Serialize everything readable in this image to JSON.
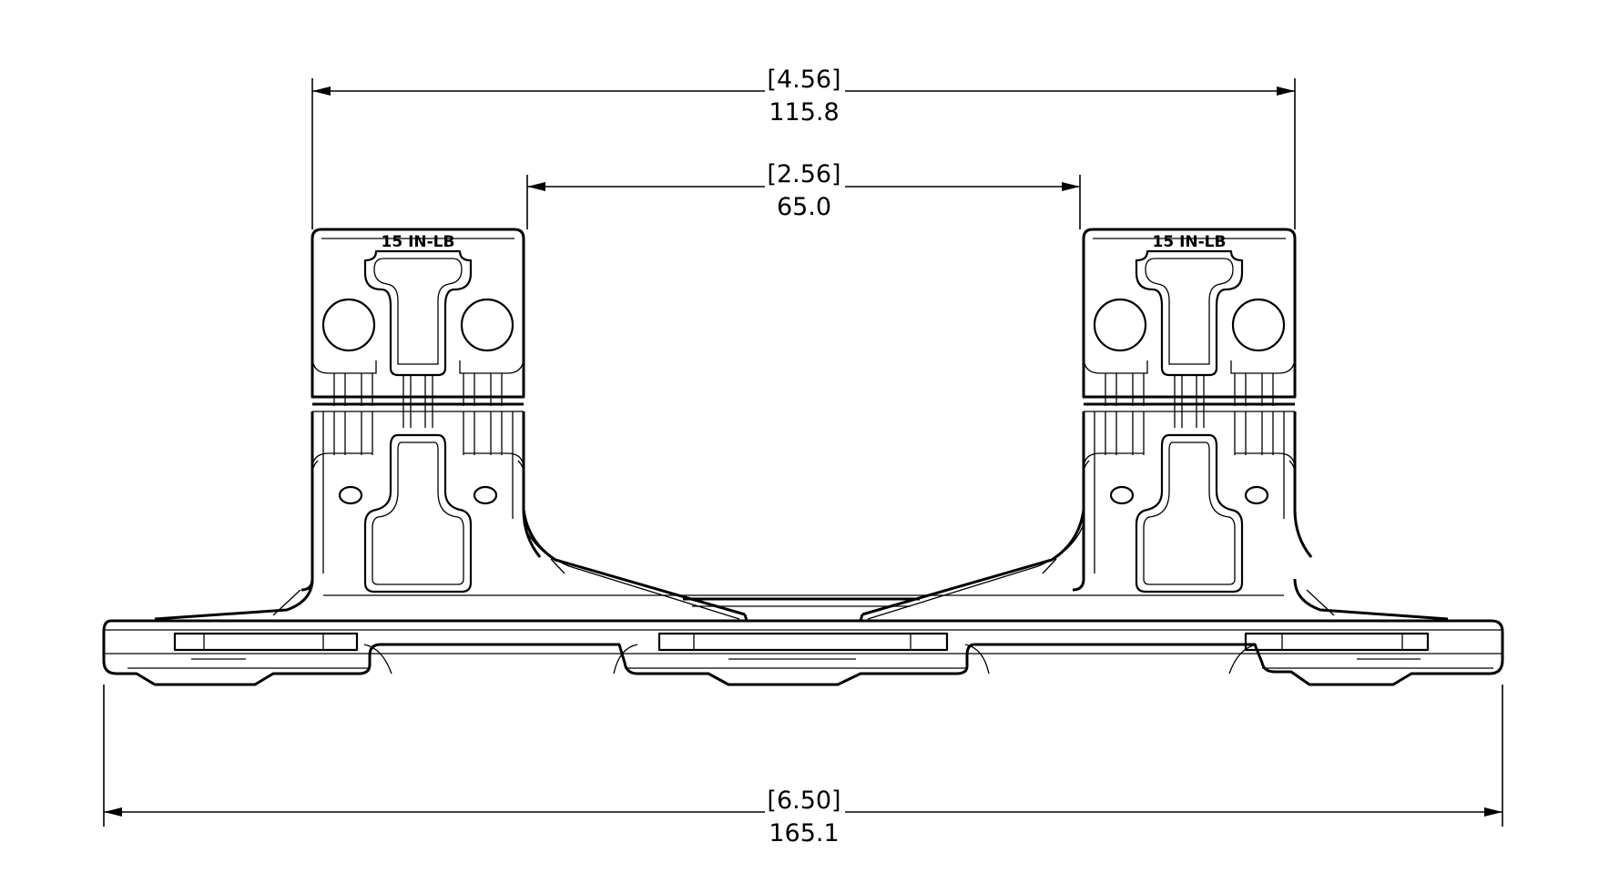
{
  "dimensions": {
    "top_overall": {
      "inch": "[4.56]",
      "mm": "115.8"
    },
    "inner_gap": {
      "inch": "[2.56]",
      "mm": "65.0"
    },
    "base_overall": {
      "inch": "[6.50]",
      "mm": "165.1"
    }
  },
  "labels": {
    "torque_left": "15 IN-LB",
    "torque_right": "15 IN-LB"
  }
}
